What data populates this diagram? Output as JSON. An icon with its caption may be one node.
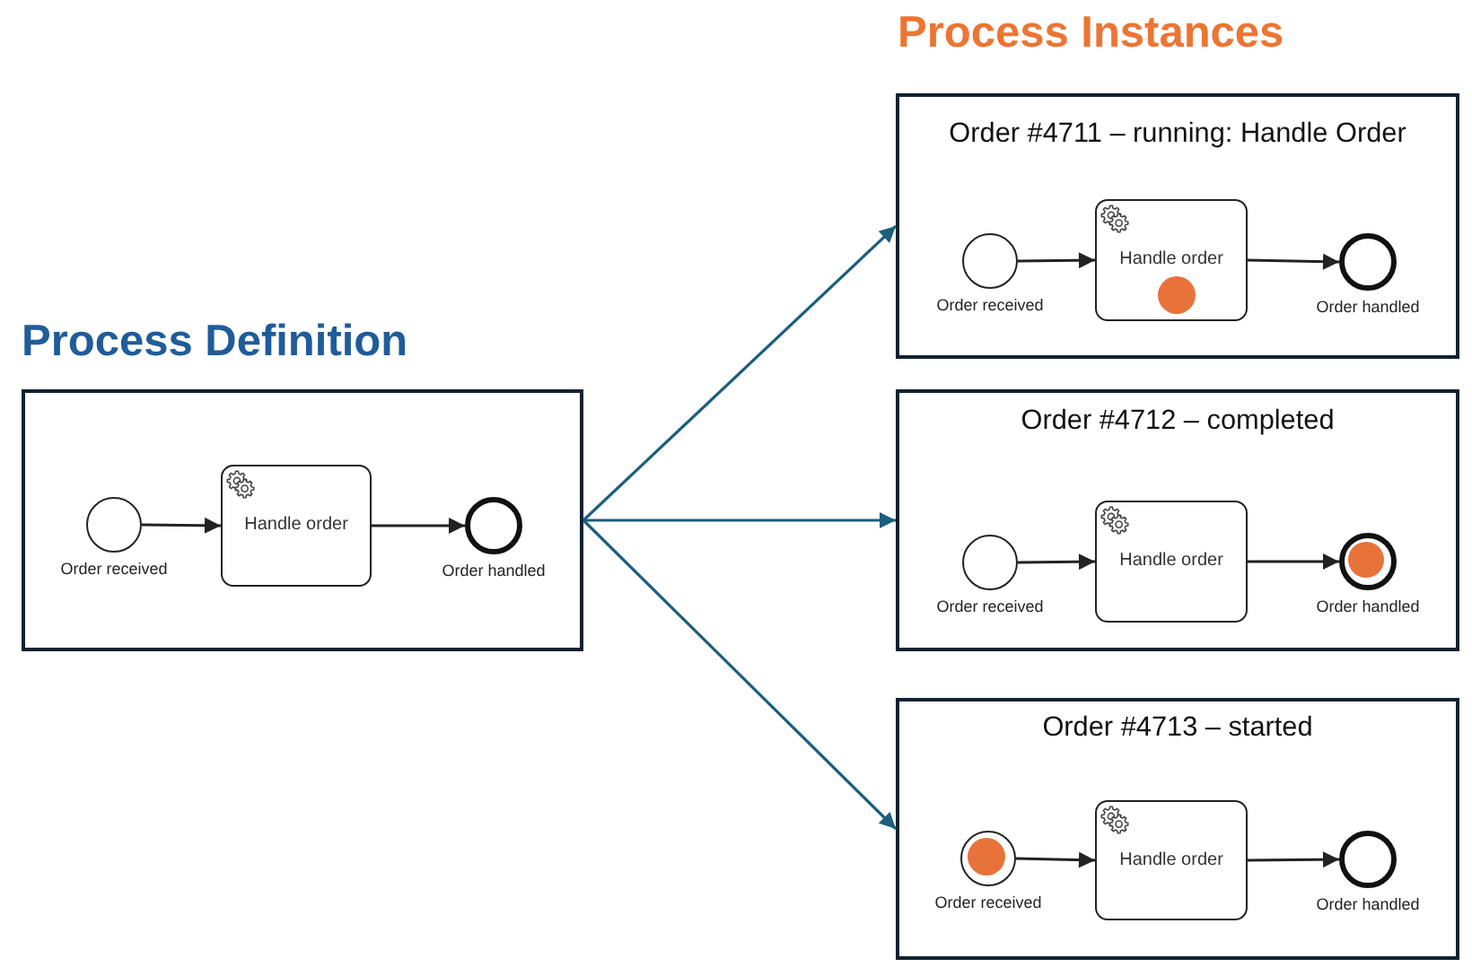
{
  "diagram": {
    "nodes": [
      {
        "text": [
          "Process Definition"
        ]
      },
      {
        "text": [],
        "shape": "circle",
        "in": 0,
        "beside": [
          "Order received"
        ]
      },
      {
        "text": [
          "Handle order"
        ],
        "in": 0
      },
      {
        "text": [],
        "shape": "circle",
        "in": 0,
        "beside": [
          "Order handled"
        ]
      },
      {
        "text": [
          "Order #4711 – running: Handle Order"
        ]
      },
      {
        "text": [],
        "shape": "circle",
        "in": 4,
        "beside": [
          "Order received"
        ]
      },
      {
        "text": [
          "Handle order"
        ],
        "in": 4
      },
      {
        "text": [],
        "shape": "circle",
        "in": 4,
        "beside": [
          "Order handled"
        ]
      },
      {
        "text": [
          "Order #4712 – completed"
        ]
      },
      {
        "text": [],
        "shape": "circle",
        "in": 8,
        "beside": [
          "Order received"
        ]
      },
      {
        "text": [
          "Handle order"
        ],
        "in": 8
      },
      {
        "text": [],
        "shape": "circle",
        "in": 8,
        "beside": [
          "Order handled"
        ]
      },
      {
        "text": [
          "Order #4713 – started"
        ]
      },
      {
        "text": [],
        "shape": "circle",
        "in": 12,
        "beside": [
          "Order received"
        ]
      },
      {
        "text": [
          "Handle order"
        ],
        "in": 12
      },
      {
        "text": [],
        "shape": "circle",
        "in": 12,
        "beside": [
          "Order handled"
        ]
      }
    ],
    "edges": [
      {
        "from": 1,
        "to": 2,
        "arrow": "to"
      },
      {
        "from": 2,
        "to": 3,
        "arrow": "to"
      },
      {
        "from": 0,
        "to": 4,
        "arrow": "to",
        "color": "#1b5e7d"
      },
      {
        "from": 0,
        "to": 8,
        "arrow": "to",
        "color": "#1b5e7d"
      },
      {
        "from": 0,
        "to": 12,
        "arrow": "to",
        "color": "#1b5e7d"
      },
      {
        "from": 5,
        "to": 6,
        "arrow": "to"
      },
      {
        "from": 6,
        "to": 7,
        "arrow": "to"
      },
      {
        "from": 9,
        "to": 10,
        "arrow": "to"
      },
      {
        "from": 10,
        "to": 11,
        "arrow": "to"
      },
      {
        "from": 13,
        "to": 14,
        "arrow": "to"
      },
      {
        "from": 14,
        "to": 15,
        "arrow": "to"
      }
    ],
    "labels": [
      "Process Instances"
    ]
  }
}
